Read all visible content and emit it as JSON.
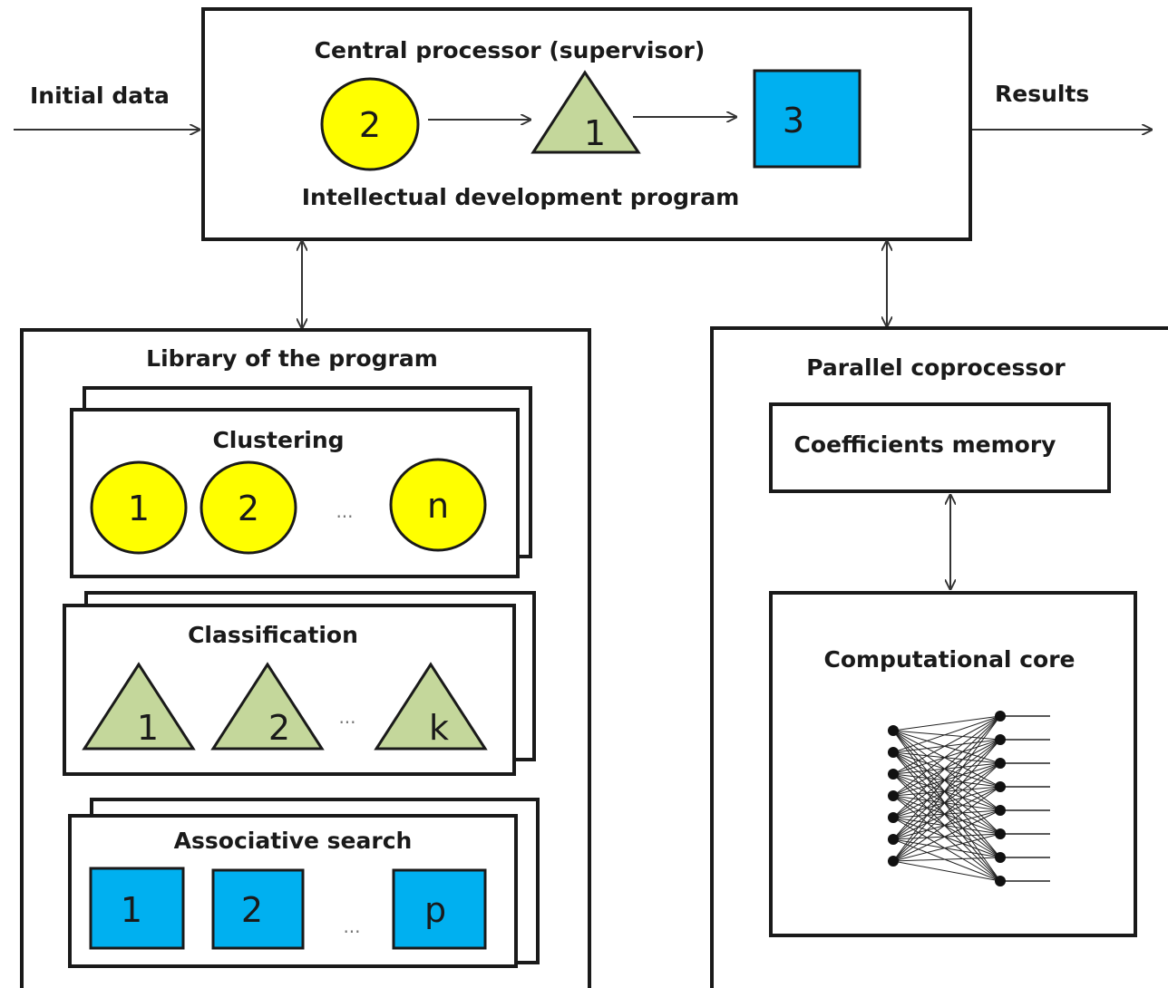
{
  "labels": {
    "initial_data": "Initial data",
    "results": "Results",
    "central_processor": "Central processor (supervisor)",
    "intellectual_program": "Intellectual development program",
    "library": "Library of the program",
    "parallel_coprocessor": "Parallel coprocessor",
    "coefficients_memory": "Coefficients memory",
    "computational_core": "Computational core"
  },
  "supervisor_items": {
    "circle": "2",
    "triangle": "1",
    "square": "3"
  },
  "groups": {
    "clustering": {
      "title": "Clustering",
      "items": [
        "1",
        "2",
        "n"
      ],
      "ellipsis": "..."
    },
    "classification": {
      "title": "Classification",
      "items": [
        "1",
        "2",
        "k"
      ],
      "ellipsis": "..."
    },
    "associative": {
      "title": "Associative search",
      "items": [
        "1",
        "2",
        "p"
      ],
      "ellipsis": "..."
    }
  },
  "colors": {
    "circle": "#ffff00",
    "triangle": "#c4d79b",
    "square": "#00b0f0"
  },
  "icons": {
    "network": "neural-network-icon"
  }
}
